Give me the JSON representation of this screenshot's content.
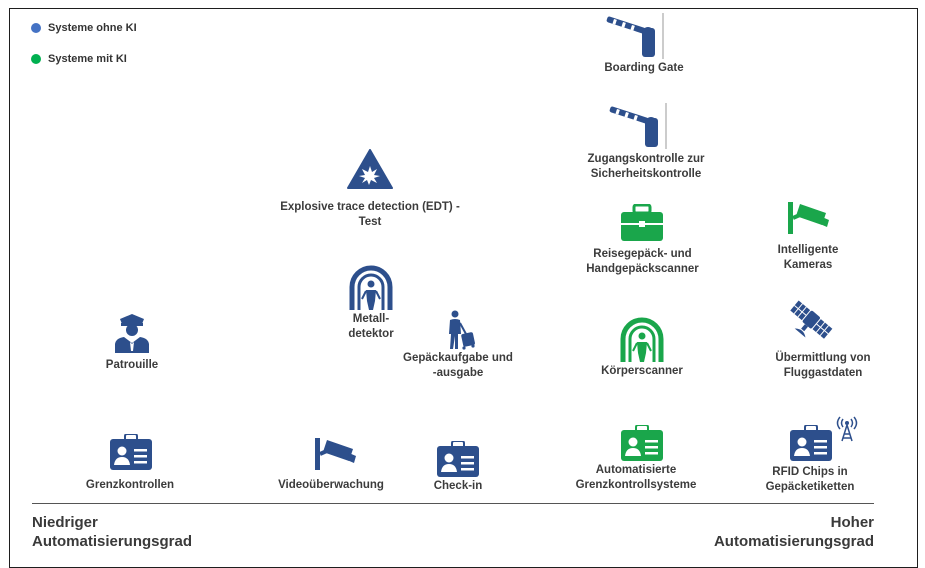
{
  "colors": {
    "blue": "#2d4f8c",
    "green": "#1aa64b",
    "legend_blue": "#4472c4",
    "legend_green": "#00b050"
  },
  "legend": {
    "without_ai": "Systeme ohne KI",
    "with_ai": "Systeme mit KI"
  },
  "items": {
    "boarding_gate": "Boarding Gate",
    "access_control": "Zugangskontrolle zur\nSicherheitskontrolle",
    "edt": "Explosive trace detection (EDT) -\nTest",
    "baggage_scanner": "Reisegepäck- und\nHandgepäckscanner",
    "smart_cameras": "Intelligente\nKameras",
    "metal_detector": "Metall-\ndetektor",
    "patrol": "Patrouille",
    "baggage_drop": "Gepäckaufgabe und\n-ausgabe",
    "body_scanner": "Körperscanner",
    "flight_data": "Übermittlung von\nFluggastdaten",
    "border_control": "Grenzkontrollen",
    "video_surveillance": "Videoüberwachung",
    "checkin": "Check-in",
    "auto_border": "Automatisierte\nGrenzkontrollsysteme",
    "rfid": "RFID Chips in\nGepäcketiketten"
  },
  "axis": {
    "low": "Niedriger\nAutomatisierungsgrad",
    "high": "Hoher\nAutomatisierungsgrad"
  }
}
